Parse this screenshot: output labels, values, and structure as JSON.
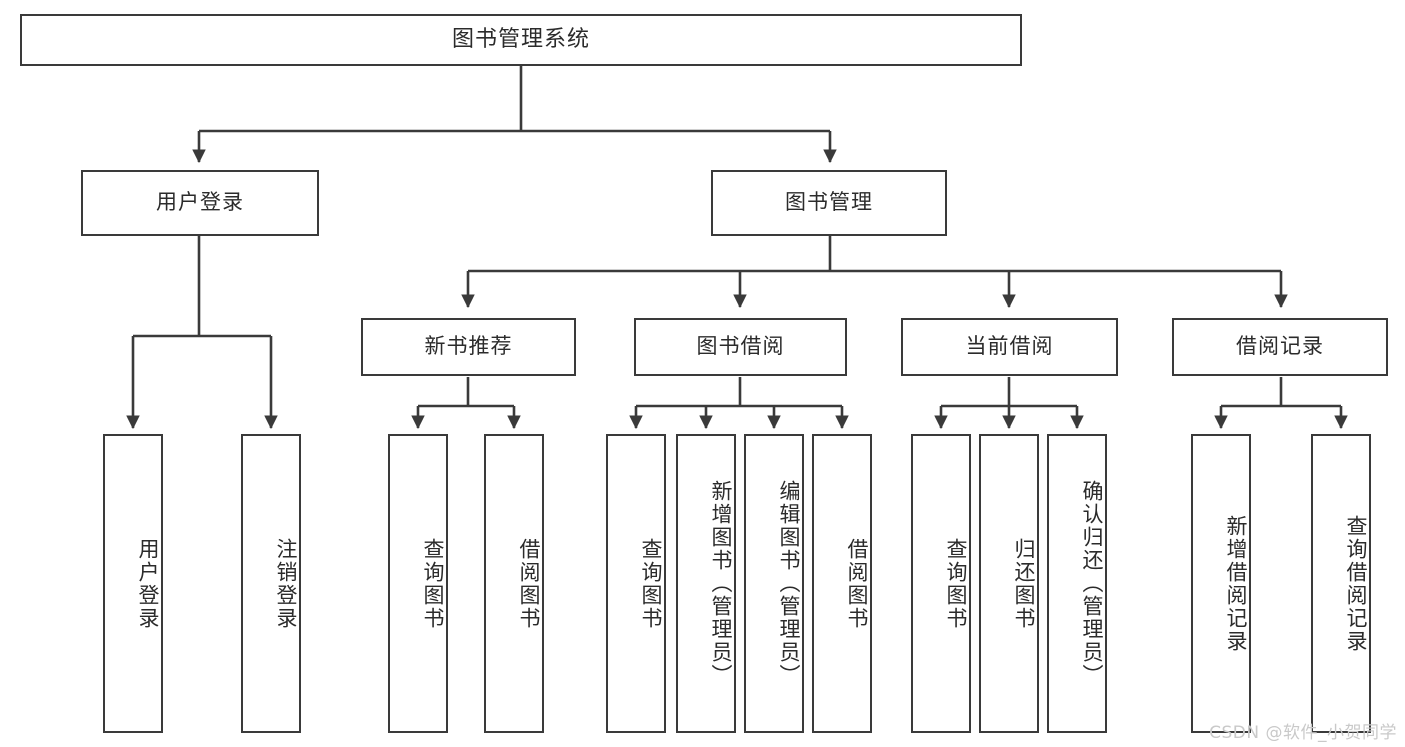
{
  "diagram": {
    "title": "图书管理系统",
    "type": "tree",
    "root": {
      "label": "图书管理系统"
    },
    "level2": [
      {
        "label": "用户登录"
      },
      {
        "label": "图书管理"
      }
    ],
    "level3": [
      {
        "label": "新书推荐",
        "parent": "图书管理"
      },
      {
        "label": "图书借阅",
        "parent": "图书管理"
      },
      {
        "label": "当前借阅",
        "parent": "图书管理"
      },
      {
        "label": "借阅记录",
        "parent": "图书管理"
      }
    ],
    "leaves": {
      "user_login": [
        {
          "label": "用户登录"
        },
        {
          "label": "注销登录"
        }
      ],
      "new_book_recommend": [
        {
          "label": "查询图书"
        },
        {
          "label": "借阅图书"
        }
      ],
      "book_borrow": [
        {
          "label": "查询图书"
        },
        {
          "label": "新增图书（管理员）"
        },
        {
          "label": "编辑图书（管理员）"
        },
        {
          "label": "借阅图书"
        }
      ],
      "current_borrow": [
        {
          "label": "查询图书"
        },
        {
          "label": "归还图书"
        },
        {
          "label": "确认归还（管理员）"
        }
      ],
      "borrow_record": [
        {
          "label": "新增借阅记录"
        },
        {
          "label": "查询借阅记录"
        }
      ]
    }
  },
  "watermark": {
    "text": "CSDN @软件_小贺同学"
  },
  "colors": {
    "box_border": "#3a3a3a",
    "box_fill": "#ffffff",
    "text": "#2b2b2b",
    "connector": "#3a3a3a",
    "watermark": "#c9c9c9",
    "background": "#ffffff"
  }
}
